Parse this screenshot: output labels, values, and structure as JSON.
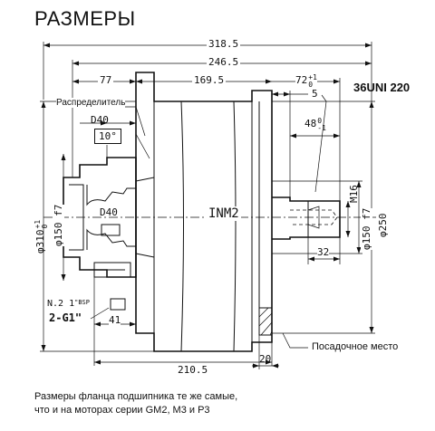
{
  "title": "РАЗМЕРЫ",
  "dims": {
    "d318": "318.5",
    "d246": "246.5",
    "d77": "77",
    "d169": "169.5",
    "d72": "72",
    "d72_tol_up": "+1",
    "d72_tol_low": "0",
    "d5": "5",
    "d48": "48",
    "d48_tol_up": "0",
    "d48_tol_low": "-1",
    "d40_top": "D40",
    "d10": "10°",
    "d40_body": "D40",
    "d310": "φ310",
    "d310_tol_up": "+1",
    "d310_tol_low": "0",
    "d150_left": "φ150 f7",
    "d150_right": "φ150 f7",
    "d250": "φ250",
    "m16": "M16",
    "d32": "32",
    "d41": "41",
    "d210": "210.5",
    "d20": "20"
  },
  "labels": {
    "model": "INM2",
    "shaft_spec": "36UNI 220",
    "distributor": "Распределитель",
    "port1_a": "N.2 1",
    "port1_b": "\"BSP",
    "port2": "2-G1\"",
    "seat": "Посадочное место"
  },
  "note": {
    "line1": "Размеры фланца подшипника те же самые,",
    "line2": "что и на моторах серии GM2, M3 и P3"
  }
}
